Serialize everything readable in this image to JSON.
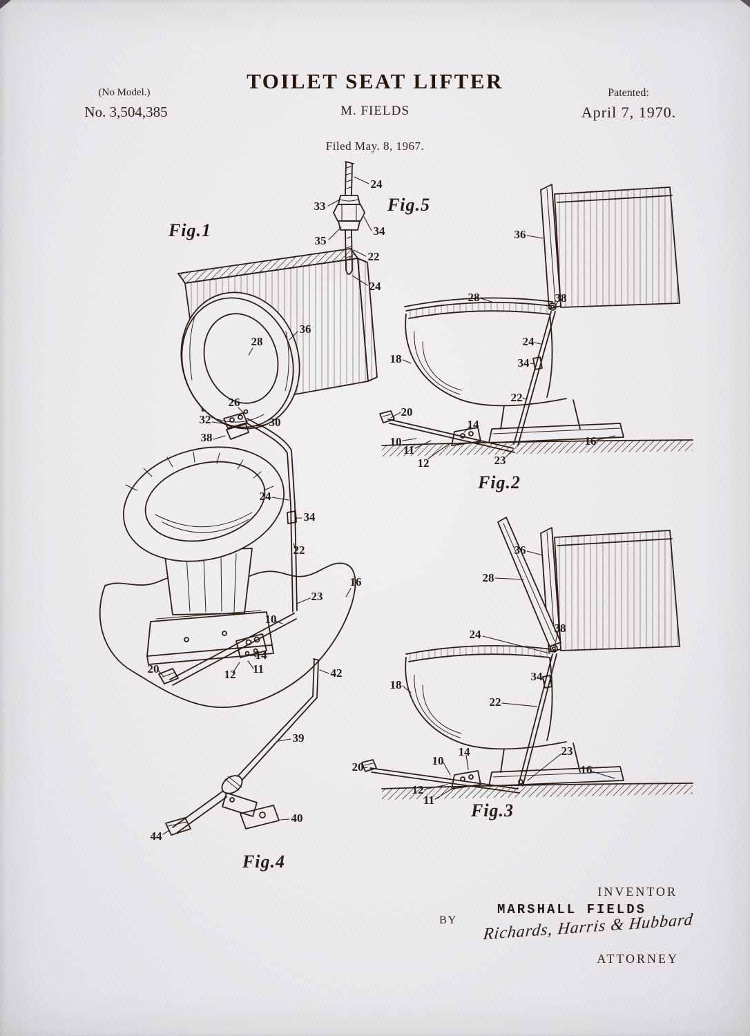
{
  "header": {
    "no_model": "(No Model.)",
    "patent_no": "No. 3,504,385",
    "title": "TOILET SEAT LIFTER",
    "inventor_name": "M. FIELDS",
    "patented_label": "Patented:",
    "patented_date": "April 7, 1970.",
    "filed": "Filed May. 8, 1967."
  },
  "figures": {
    "fig1": {
      "caption": "Fig.1",
      "labels": [
        "36",
        "28",
        "26",
        "32",
        "30",
        "38",
        "24",
        "34",
        "22",
        "16",
        "23",
        "10",
        "14",
        "12",
        "11",
        "20"
      ]
    },
    "fig2": {
      "caption": "Fig.2",
      "labels": [
        "36",
        "28",
        "38",
        "18",
        "24",
        "34",
        "22",
        "20",
        "14",
        "10",
        "11",
        "12",
        "23",
        "16"
      ]
    },
    "fig3": {
      "caption": "Fig.3",
      "labels": [
        "36",
        "28",
        "24",
        "38",
        "18",
        "34",
        "22",
        "10",
        "14",
        "23",
        "20",
        "12",
        "11",
        "16"
      ]
    },
    "fig4": {
      "caption": "Fig.4",
      "labels": [
        "42",
        "39",
        "40",
        "44"
      ]
    },
    "fig5": {
      "caption": "Fig.5",
      "labels": [
        "24",
        "33",
        "34",
        "35",
        "22",
        "24"
      ]
    }
  },
  "footer": {
    "inventor_label": "INVENTOR",
    "inventor_name": "MARSHALL FIELDS",
    "by_label": "BY",
    "signature": "Richards, Harris & Hubbard",
    "attorney_label": "ATTORNEY"
  },
  "colors": {
    "ink": "#2c1a12",
    "paper": "#edebee"
  }
}
